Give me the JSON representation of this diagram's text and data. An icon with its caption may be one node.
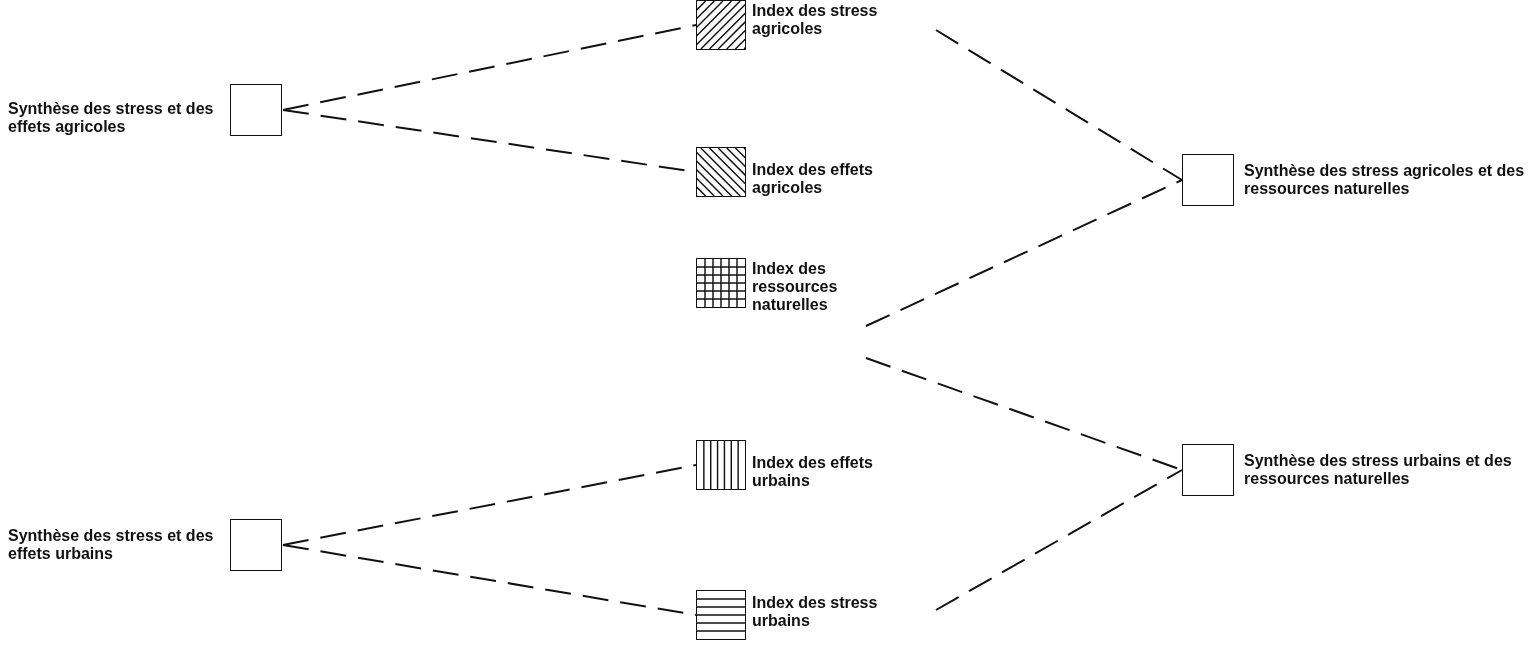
{
  "diagram": {
    "nodes": [
      {
        "text": [
          "Synthèse des stress et des effets agricoles"
        ]
      },
      {
        "text": [
          "Index des stress agricoles"
        ]
      },
      {
        "text": [
          "Index des effets agricoles"
        ]
      },
      {
        "text": [
          "Index des ressources naturelles"
        ]
      },
      {
        "text": [
          "Index des effets urbains"
        ]
      },
      {
        "text": [
          "Index des stress urbains"
        ]
      },
      {
        "text": [
          "Synthèse des stress et des effets urbains"
        ]
      },
      {
        "text": [
          "Synthèse des stress agricoles et des ressources naturelles"
        ]
      },
      {
        "text": [
          "Synthèse des stress urbains et des ressources naturelles"
        ]
      }
    ],
    "edges": [
      {
        "from": 0,
        "to": 1,
        "arrow": "none",
        "style": "dashed"
      },
      {
        "from": 0,
        "to": 2,
        "arrow": "none",
        "style": "dashed"
      },
      {
        "from": 1,
        "to": 7,
        "arrow": "none",
        "style": "dashed"
      },
      {
        "from": 3,
        "to": 7,
        "arrow": "none",
        "style": "dashed"
      },
      {
        "from": 3,
        "to": 8,
        "arrow": "none",
        "style": "dashed"
      },
      {
        "from": 6,
        "to": 4,
        "arrow": "none",
        "style": "dashed"
      },
      {
        "from": 6,
        "to": 5,
        "arrow": "none",
        "style": "dashed"
      },
      {
        "from": 5,
        "to": 8,
        "arrow": "none",
        "style": "dashed"
      }
    ]
  }
}
